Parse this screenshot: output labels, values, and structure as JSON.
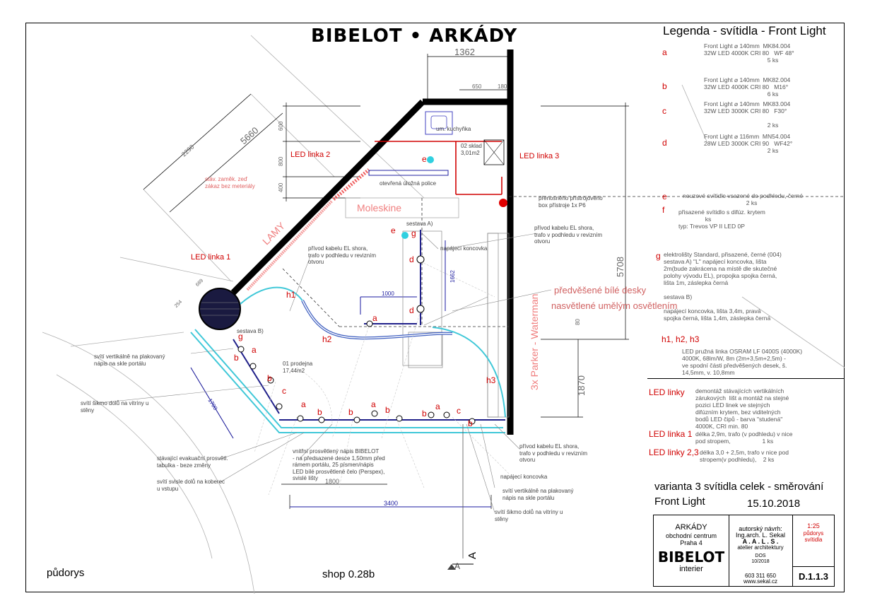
{
  "title": "BIBELOT • ARKÁDY",
  "legend": {
    "heading": "Legenda - svítidla - Front Light",
    "items": [
      {
        "letter": "a",
        "text": "Front Light ⌀ 140mm  MK84.004\n32W LED 4000K CRI 80   WF 48°\n                                      5 ks"
      },
      {
        "letter": "b",
        "text": "Front Light ⌀ 140mm  MK82.004\n32W LED 4000K CRI 80   M16°\n                                      6 ks"
      },
      {
        "letter": "c",
        "text": "Front Light ⌀ 140mm  MK83.004\n32W LED 3000K CRI 80   F30°\n\n                                      2 ks"
      },
      {
        "letter": "d",
        "text": "Front Light ⌀ 116mm  MN54.004\n28W LED 3000K CRI 90   WF42°\n                                      2 ks"
      },
      {
        "letter": "e",
        "text": "nouzové svítidlo vsazené do podhledu, černé\n                                      2 ks"
      },
      {
        "letter": "f",
        "text": "přisazené svítidlo s difúz. krytem\n                ks\ntyp: Trevos VP II LED 0P"
      }
    ],
    "g": {
      "letter": "g",
      "text": "elektrolišty Standard, přisazené, černé (004)\nsestava A) \"L\" napájecí koncovka, lišta\n2m(bude zakrácena na místě dle skutečné\npolohy vývodu EL), propojka spojka černá,\nlišta 1m, záslepka černá\n\nsestava B)\n\nnapájecí koncovka, lišta 3,4m, pravá\nspojka černá, lišta 1,4m, záslepka černá"
    },
    "h": {
      "letter": "h1, h2, h3",
      "text": "LED pružná linka OSRAM LF 0400S (4000K)\n4000K, 68lm/W, 8m (2m+3,5m+2,5m) -\nve spodní části předvěšených desek, š.\n14,5mm, v. 10,8mm"
    },
    "led_linky": {
      "label": "LED linky",
      "text": "demontáž stávajících vertikálních\nzárukových  lišt a montáž na stejné\npozici LED linek ve stejných\ndifúzním krytem, bez viditelných\nbodů LED čipů - barva \"studená\"\n4000K, CRI min. 80"
    },
    "led_linka_1": {
      "label": "LED linka 1",
      "text": "délka 2,9m, trafo (v podhledu) v nice\npod stropem,                   1 ks"
    },
    "led_linky_23": {
      "label": "LED linky 2,3",
      "text": "délka 3,0 + 2,5m, trafo v nice pod\nstropem(v podhledu),    2 ks"
    }
  },
  "variant": {
    "line1": "varianta 3   svítidla celek - směrování",
    "line2": "Front Light",
    "date": "15.10.2018"
  },
  "titleblock": {
    "arkady": "ARKÁDY",
    "center": "obchodní centrum",
    "city": "Praha 4",
    "logo": "BIBELOT",
    "interier": "interier",
    "author_label": "autorský návrh:",
    "author": "Ing.arch. L. Sekal",
    "studio": "A .  A .  L .  S .",
    "studio_sub": "atelier  architektury",
    "phase": "DOS",
    "phase_date": "10/2018",
    "phone": "603 311 650",
    "web": "www.sekal.cz",
    "scale": "1:25",
    "sheet_type": "půdorys\nsvítidla",
    "drawing_no": "D.1.1.3"
  },
  "footer": {
    "left": "půdorys",
    "center": "shop 0.28b"
  },
  "plan": {
    "red_labels": {
      "led1": "LED linka 1",
      "led2": "LED linka 2",
      "led3": "LED linka 3",
      "lamy": "LAMY",
      "moleskine": "Moleskine",
      "parker": "3x Parker  - Waterman",
      "predvesene": "předvěšené bílé desky",
      "nasvetlene": "nasvětlené umělým osvětlením"
    },
    "dims": {
      "d1362": "1362",
      "d650": "650",
      "d180": "180",
      "d5660": "5660",
      "d2290": "2290",
      "d600": "600",
      "d800": "800",
      "d400": "400",
      "d5708": "5708",
      "d1870": "1870",
      "d1662": "1662",
      "d1000": "1000",
      "d1700": "1700",
      "d1800": "1800",
      "d3400": "3400",
      "d80": "80",
      "d689": "689",
      "d254": "254"
    },
    "letters": {
      "a": "a",
      "b": "b",
      "c": "c",
      "d": "d",
      "e": "e",
      "g": "g",
      "h1": "h1",
      "h2": "h2",
      "h3": "h3",
      "section_a": "A"
    },
    "notes": {
      "existing_wall": "stáv. zaměk. zeď\nzákaz bez meteriály",
      "open_shelf": "otevřená úložná police",
      "proto_power": "přenosného přístrojového\nbox přístroje 1x P6",
      "prop_el_top": "přívod kabelu EL shora,\ntrafo v podhledu v revizním\notvoru",
      "prop_el_mid": "přívod kabelu EL shora,\ntrafo v podhledu v revizním\notvoru",
      "prop_el_bottom": "přívod kabelu EL shora,\ntrafo v podhledu v revizním\notvoru",
      "napajeci_top": "napájecí koncovka",
      "napajeci_bottom": "napájecí koncovka",
      "sestava_a": "sestava A)",
      "sestava_b": "sestava B)",
      "dprod": "01 prodejna\n17,44m2",
      "sklad": "02 sklad\n3,01m2",
      "sviti_vert_1": "svítí vertikálně na plakovaný\nnápis na skle portálu",
      "sviti_sikmo_1": "svítí šikmo dolů na vitríny u\nstěny",
      "stavajici_eval": "stávající evakuační prosvětl.\ntabulka - beze změny",
      "sviti_svisle": "svítí svisle dolů na koberec\nu vstupu",
      "vnitrni": "vnitřní prosvětlený nápis BIBELOT\n- na předsazené desce 1,50mm před\nrámem portálu, 25 písmen/nápis\nLED bílé prosvětlené čelo (Perspex),\nsvislé lišty",
      "sviti_vert_2": "svítí vertikálně na plakovaný\nnápis na skle portálu",
      "sviti_sikmo_2": "svítí šikmo dolů na vitríny u\nstěny",
      "sink": "um. kuchyňka"
    }
  }
}
